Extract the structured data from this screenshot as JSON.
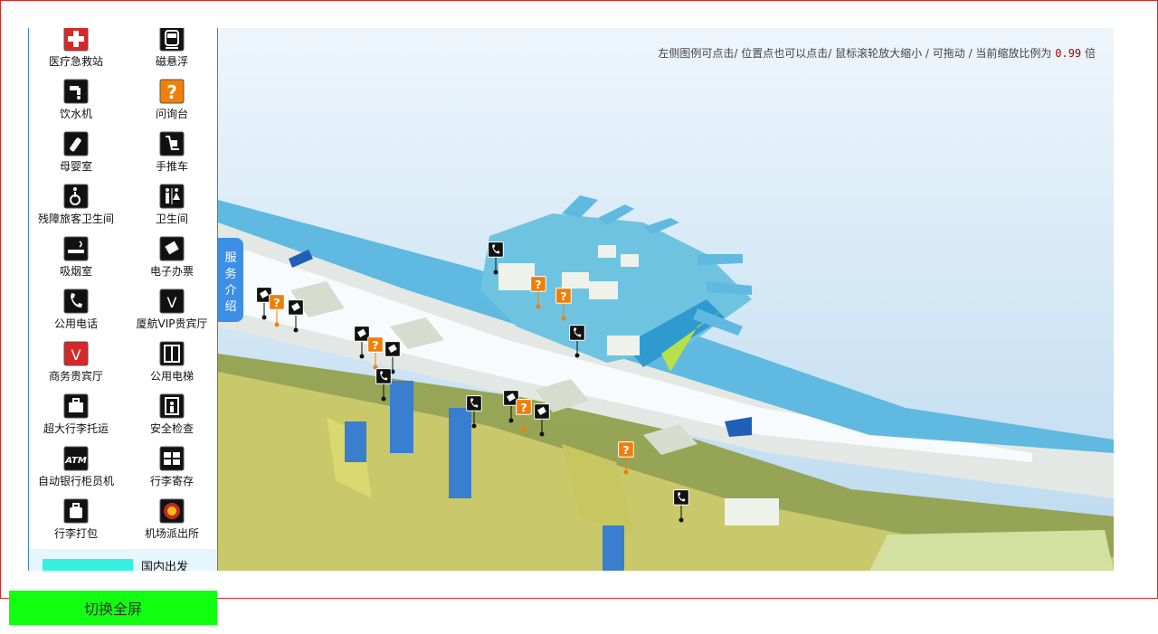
{
  "legend": [
    {
      "label": "医疗急救站",
      "icon": "medical-cross-icon",
      "style": "red"
    },
    {
      "label": "磁悬浮",
      "icon": "maglev-train-icon",
      "style": "black"
    },
    {
      "label": "饮水机",
      "icon": "water-tap-icon",
      "style": "black"
    },
    {
      "label": "问询台",
      "icon": "question-mark-icon",
      "style": "orange"
    },
    {
      "label": "母婴室",
      "icon": "baby-bottle-icon",
      "style": "black"
    },
    {
      "label": "手推车",
      "icon": "luggage-cart-icon",
      "style": "black"
    },
    {
      "label": "残障旅客卫生间",
      "icon": "wheelchair-icon",
      "style": "black"
    },
    {
      "label": "卫生间",
      "icon": "restroom-icon",
      "style": "black"
    },
    {
      "label": "吸烟室",
      "icon": "cigarette-icon",
      "style": "black"
    },
    {
      "label": "电子办票",
      "icon": "e-ticket-icon",
      "style": "black"
    },
    {
      "label": "公用电话",
      "icon": "phone-icon",
      "style": "black"
    },
    {
      "label": "厦航VIP贵宾厅",
      "icon": "vip-v-icon",
      "style": "black"
    },
    {
      "label": "商务贵宾厅",
      "icon": "business-v-icon",
      "style": "red"
    },
    {
      "label": "公用电梯",
      "icon": "elevator-icon",
      "style": "black"
    },
    {
      "label": "超大行李托运",
      "icon": "oversize-baggage-icon",
      "style": "black"
    },
    {
      "label": "安全检查",
      "icon": "security-check-icon",
      "style": "black"
    },
    {
      "label": "自动银行柜员机",
      "icon": "atm-icon",
      "style": "black"
    },
    {
      "label": "行李寄存",
      "icon": "baggage-storage-icon",
      "style": "black"
    },
    {
      "label": "行李打包",
      "icon": "baggage-wrap-icon",
      "style": "black"
    },
    {
      "label": "机场派出所",
      "icon": "police-badge-icon",
      "style": "black"
    }
  ],
  "route_legend": {
    "label": "国内出发",
    "color": "#34f2e0"
  },
  "service_tab": {
    "label": "服务介绍"
  },
  "instructions": {
    "text": "左侧图例可点击/ 位置点也可以点击/ 鼠标滚轮放大缩小 / 可拖动 / 当前缩放比例为",
    "zoom": "0.99",
    "unit": "倍"
  },
  "fullscreen_button": {
    "label": "切换全屏"
  },
  "colors": {
    "accent_blue": "#3d8fe6",
    "frame_red": "#d62828",
    "button_green": "#12ff12",
    "marker_orange": "#f07f0a",
    "marker_black": "#111111",
    "route_cyan": "#34f2e0"
  },
  "map_markers": [
    {
      "type": "phone"
    },
    {
      "type": "info"
    },
    {
      "type": "info"
    },
    {
      "type": "e-ticket"
    },
    {
      "type": "info"
    },
    {
      "type": "e-ticket"
    },
    {
      "type": "e-ticket"
    },
    {
      "type": "info"
    },
    {
      "type": "e-ticket"
    },
    {
      "type": "phone"
    },
    {
      "type": "phone"
    },
    {
      "type": "phone"
    },
    {
      "type": "e-ticket"
    },
    {
      "type": "info"
    },
    {
      "type": "e-ticket"
    },
    {
      "type": "info"
    },
    {
      "type": "phone"
    }
  ]
}
